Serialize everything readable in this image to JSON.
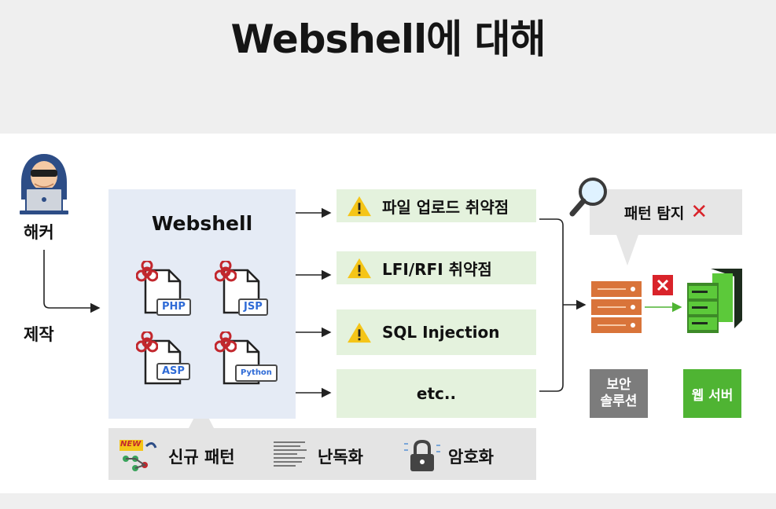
{
  "title": "Webshell에 대해",
  "hacker": {
    "label": "해커",
    "make_label": "제작"
  },
  "webshell": {
    "title": "Webshell",
    "files": [
      "PHP",
      "JSP",
      "ASP",
      "Python"
    ]
  },
  "vulnerabilities": [
    "파일 업로드 취약점",
    "LFI/RFI 취약점",
    "SQL Injection",
    "etc.."
  ],
  "evasion": {
    "new_badge": "NEW",
    "items": [
      "신규 패턴",
      "난독화",
      "암호화"
    ]
  },
  "detection": {
    "label": "패턴 탐지",
    "fail_mark": "✕"
  },
  "security_solution": {
    "line1": "보안",
    "line2": "솔루션"
  },
  "web_server": {
    "label": "웹 서버"
  },
  "colors": {
    "panel_blue": "#e5ebf5",
    "box_green": "#e4f2dd",
    "warning_yellow": "#f5c518",
    "red_x": "#d9232a",
    "server_orange": "#d9743a",
    "server_green": "#5cc93a",
    "label_gray": "#7c7c7c",
    "label_green": "#4fb433"
  }
}
